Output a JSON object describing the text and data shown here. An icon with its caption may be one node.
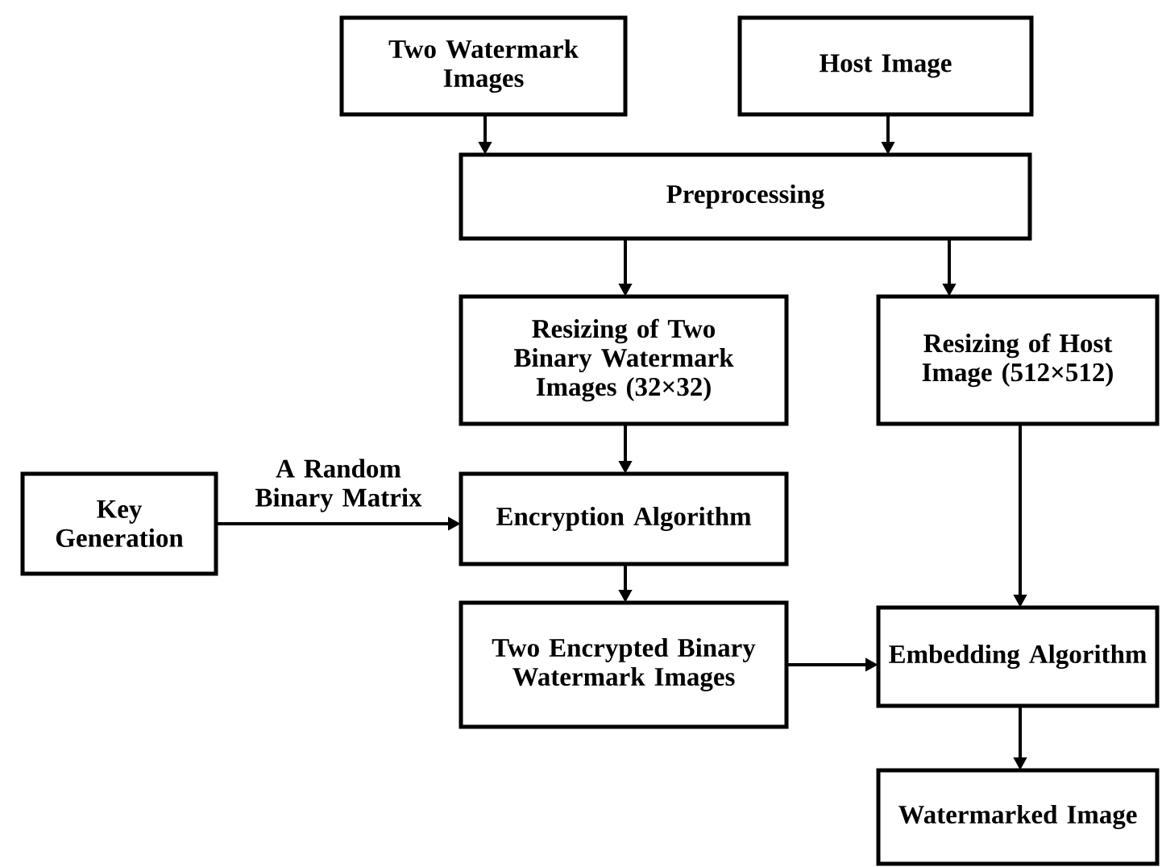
{
  "diagram": {
    "nodes": [
      {
        "text": [
          "Two Watermark Images"
        ]
      },
      {
        "text": [
          "Host Image"
        ]
      },
      {
        "text": [
          "Preprocessing"
        ]
      },
      {
        "text": [
          "Resizing of Two Binary Watermark Images (32×32)"
        ]
      },
      {
        "text": [
          "Resizing of Host Image (512×512)"
        ]
      },
      {
        "text": [
          "Key Generation"
        ]
      },
      {
        "text": [
          "Encryption Algorithm"
        ]
      },
      {
        "text": [
          "Two Encrypted Binary Watermark Images"
        ]
      },
      {
        "text": [
          "Embedding Algorithm"
        ]
      },
      {
        "text": [
          "Watermarked Image"
        ]
      }
    ],
    "edges": [
      {
        "from": 0,
        "to": 2,
        "arrow": "to"
      },
      {
        "from": 1,
        "to": 2,
        "arrow": "to"
      },
      {
        "from": 2,
        "to": 3,
        "arrow": "to"
      },
      {
        "from": 2,
        "to": 4,
        "arrow": "to"
      },
      {
        "from": 5,
        "to": 6,
        "arrow": "to",
        "label": "A Random Binary Matrix"
      },
      {
        "from": 3,
        "to": 6,
        "arrow": "to"
      },
      {
        "from": 6,
        "to": 7,
        "arrow": "to"
      },
      {
        "from": 7,
        "to": 8,
        "arrow": "to"
      },
      {
        "from": 4,
        "to": 8,
        "arrow": "to"
      },
      {
        "from": 8,
        "to": 9,
        "arrow": "to"
      }
    ]
  }
}
